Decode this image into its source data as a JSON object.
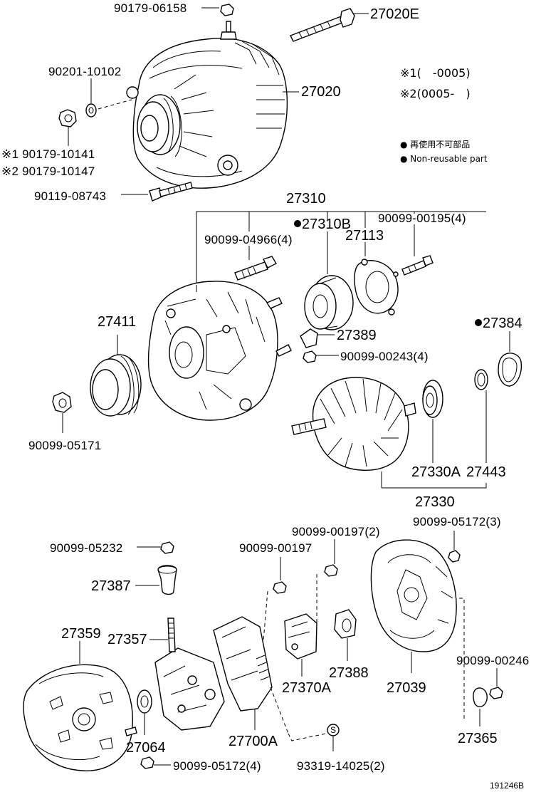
{
  "labels": {
    "p9017906158": "90179-06158",
    "p27020E": "27020E",
    "p9020110102": "90201-10102",
    "p27020": "27020",
    "p9017910141": "※1 90179-10141",
    "p9017910147": "※2 90179-10147",
    "p9011908743": "90119-08743",
    "p27310": "27310",
    "p27310B": "27310B",
    "p9009900195": "90099-00195(4)",
    "p9009904966": "90099-04966(4)",
    "p27113": "27113",
    "p27411": "27411",
    "p27389": "27389",
    "p9009900243": "90099-00243(4)",
    "p27384": "27384",
    "p9009905171": "90099-05171",
    "p27330A": "27330A",
    "p27443": "27443",
    "p27330": "27330",
    "p9009905232": "90099-05232",
    "p9009900197b": "90099-00197(2)",
    "p9009905172c": "90099-05172(3)",
    "p9009900197": "90099-00197",
    "p27387": "27387",
    "p27359": "27359",
    "p27357": "27357",
    "p27370A": "27370A",
    "p27388": "27388",
    "p27039": "27039",
    "p9009900246": "90099-00246",
    "p27064": "27064",
    "p27700A": "27700A",
    "p27365": "27365",
    "p9009905172d": "90099-05172(4)",
    "p9331914025": "93319-14025(2)"
  },
  "notes": {
    "n1": "※1(　-0005)",
    "n2": "※2(0005-　)",
    "legend_jp": "● 再使用不可部品",
    "legend_en": "● Non-reusable part"
  },
  "marks": {
    "circle_s": "S"
  },
  "drawing_code": "191246B"
}
